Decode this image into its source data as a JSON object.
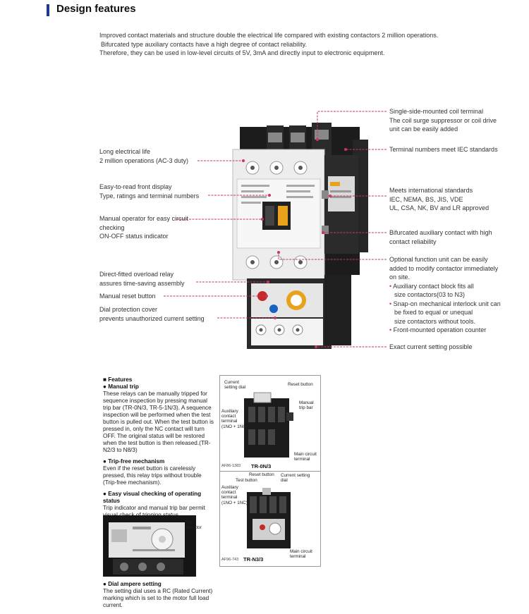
{
  "section_title": "Design features",
  "intro": [
    "Improved contact materials and structure double the electrical life compared with existing contactors 2 million operations.",
    "Bifurcated type auxiliary contacts have a high degree of contact reliability.",
    "Therefore, they can be used in low-level circuits of 5V, 3mA and directly input to electronic equipment."
  ],
  "left_callouts": {
    "long_life": [
      "Long electrical life",
      "2 million operations (AC-3 duty)"
    ],
    "front_display": [
      "Easy-to-read front display",
      "Type, ratings and terminal numbers"
    ],
    "manual_operator": [
      "Manual operator for easy circuit",
      "checking",
      "ON-OFF status indicator"
    ],
    "overload_relay": [
      "Direct-fitted overload relay",
      "assures time-saving assembly"
    ],
    "manual_reset": [
      "Manual reset button"
    ],
    "dial_cover": [
      "Dial protection cover",
      "prevents unauthorized current setting"
    ]
  },
  "right_callouts": {
    "coil_terminal": [
      "Single-side-mounted coil terminal",
      "The coil surge suppressor or coil drive",
      "unit can be easily added"
    ],
    "iec_numbers": [
      "Terminal numbers meet IEC standards"
    ],
    "standards": [
      "Meets international standards",
      "IEC, NEMA, BS, JIS, VDE",
      "UL, CSA, NK, BV and LR approved"
    ],
    "bifurcated": [
      "Bifurcated auxiliary contact with high",
      "contact reliability"
    ],
    "optional_unit": [
      "Optional function unit can be easily",
      "added to modify contactor immediately",
      "on site."
    ],
    "optional_bullets": [
      [
        "Auxiliary contact block fits all",
        "size contactors(03 to N3)"
      ],
      [
        "Snap-on mechanical interlock unit can",
        "be fixed to equal or unequal",
        "size contactors without tools."
      ],
      [
        "Front-mounted operation counter"
      ]
    ],
    "exact_current": [
      "Exact current setting possible"
    ]
  },
  "features": {
    "heading": "Features",
    "manual_trip_title": "Manual trip",
    "manual_trip_text": "These relays can be manually tripped for sequence inspection by pressing manual trip bar (TR-0N/3, TR-5-1N/3). A sequence inspection will be performed when the test button is pulled out. When the test button is pressed in, only the NC contact will turn OFF. The original status will be restored when the test button is then released.(TR-N2/3 to N8/3)",
    "trip_free_title": "Trip-free mechanism",
    "trip_free_text": "Even if the reset button is carelessly pressed, this relay trips without trouble (Trip-free mechanism).",
    "visual_title": "Easy visual checking of operating status",
    "visual_text": "Trip indicator and manual trip bar permit visual check of tripping status.",
    "trip_indicator_label": [
      "Trip",
      "indicator"
    ],
    "dial_title": "Dial ampere setting",
    "dial_text": "The setting dial uses a RC (Rated Current) marking which is set to the motor full load current."
  },
  "relay_box": {
    "top": {
      "current_dial": [
        "Current",
        "setting dial"
      ],
      "reset_button": "Reset button",
      "manual_trip_bar": [
        "Manual",
        "trip bar"
      ],
      "aux_contact": [
        "Auxiliary",
        "contact",
        "terminal",
        "(1NO + 1NC)"
      ],
      "main_circuit": [
        "Main circuit",
        "terminal"
      ],
      "code": "AF86-1383",
      "model": "TR-0N/3"
    },
    "bottom": {
      "reset_button": "Reset button",
      "test_button": "Test button",
      "current_dial": [
        "Current setting",
        "dial"
      ],
      "aux_contact": [
        "Auxiliary",
        "contact",
        "terminal",
        "(1NO + 1NC)"
      ],
      "main_circuit": [
        "Main circuit",
        "terminal"
      ],
      "code": "AF96-743",
      "model": "TR-N3/3"
    }
  },
  "colors": {
    "accent": "#1a3a8c",
    "leader": "#cc3366"
  }
}
